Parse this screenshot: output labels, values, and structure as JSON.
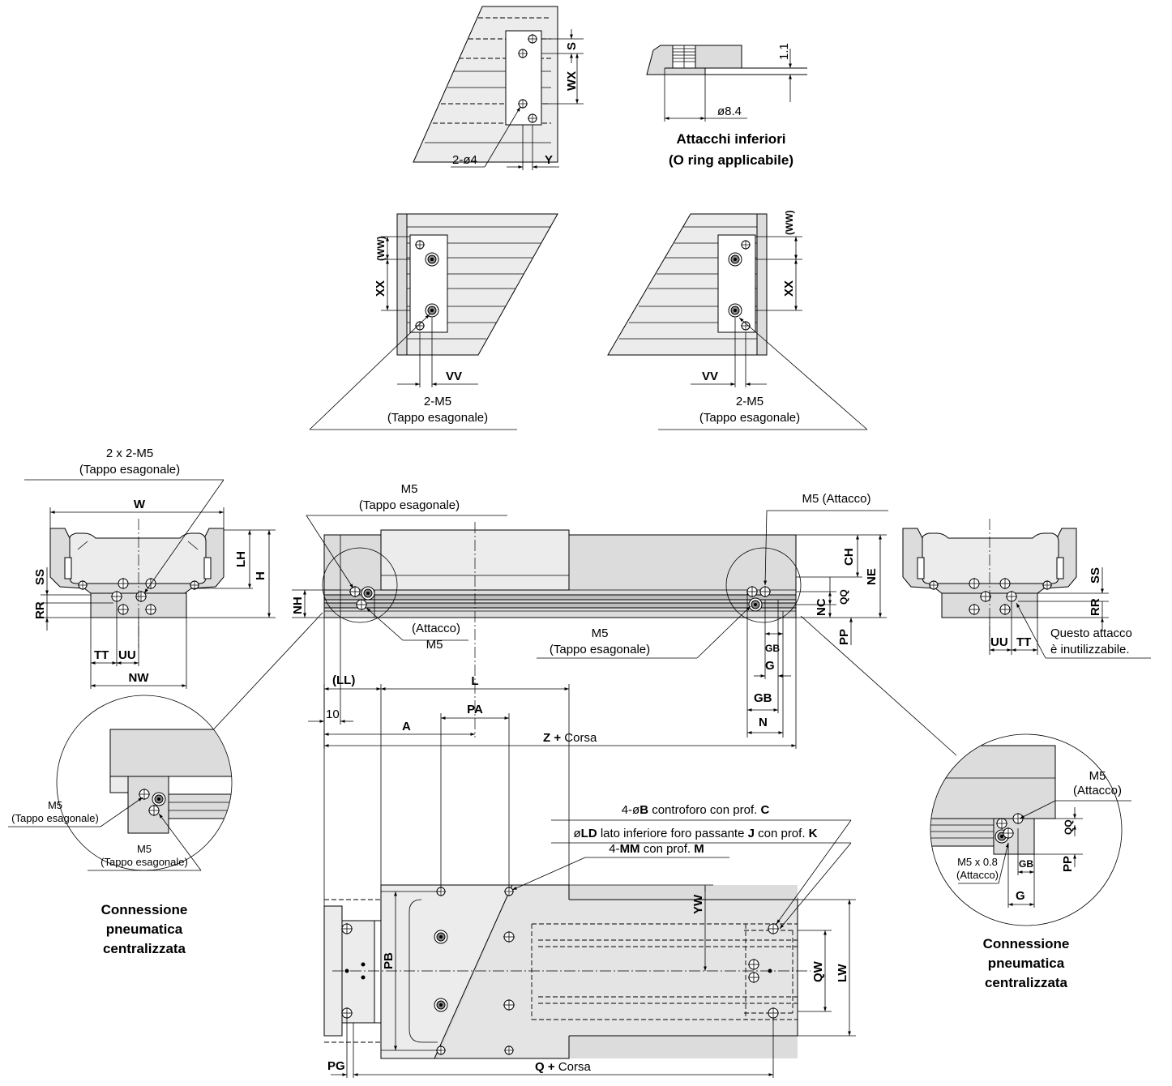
{
  "labels": {
    "s": "S",
    "wx": "WX",
    "y": "Y",
    "two_dia4": "2-ø4",
    "dim_1_1": "1.1",
    "dia8_4": "ø8.4",
    "bottom_ports_title": "Attacchi inferiori",
    "bottom_ports_sub": "(O ring applicabile)",
    "ww": "(WW)",
    "xx": "XX",
    "vv": "VV",
    "two_m5": "2-M5",
    "hex_plug": "(Tappo esagonale)",
    "two_x_two_m5": "2 x 2-M5",
    "w": "W",
    "lh": "LH",
    "h": "H",
    "ss": "SS",
    "rr": "RR",
    "tt": "TT",
    "uu": "UU",
    "nw": "NW",
    "m5": "M5",
    "m5_port": "M5 (Attacco)",
    "port_paren": "(Attacco)",
    "ch": "CH",
    "ne": "NE",
    "nh": "NH",
    "nc": "NC",
    "qq": "QQ",
    "pp": "PP",
    "gb": "GB",
    "g": "G",
    "n": "N",
    "a": "A",
    "dim_10": "10",
    "z": "Z",
    "plus": "+",
    "corsa": "Corsa",
    "unusable_1": "Questo attacco",
    "unusable_2": "è inutilizzabile.",
    "cent_1": "Connessione",
    "cent_2": "pneumatica",
    "cent_3": "centralizzata",
    "m5x08": "M5 x 0.8",
    "note_cbore_pre": "4-ø",
    "note_cbore_b": "B",
    "note_cbore_mid": " controforo con prof. ",
    "note_cbore_c": "C",
    "note_thru_pre": "ø",
    "note_thru_ld": "LD",
    "note_thru_mid": " lato inferiore foro passante ",
    "note_thru_j": "J",
    "note_thru_mid2": " con prof. ",
    "note_thru_k": "K",
    "note_tap_pre": "4-",
    "note_tap_mm": "MM",
    "note_tap_mid": " con prof. ",
    "note_tap_m": "M",
    "ll": "(LL)",
    "l": "L",
    "pa": "PA",
    "pb": "PB",
    "yw": "YW",
    "qw": "QW",
    "lw": "LW",
    "pg": "PG",
    "q": "Q"
  }
}
